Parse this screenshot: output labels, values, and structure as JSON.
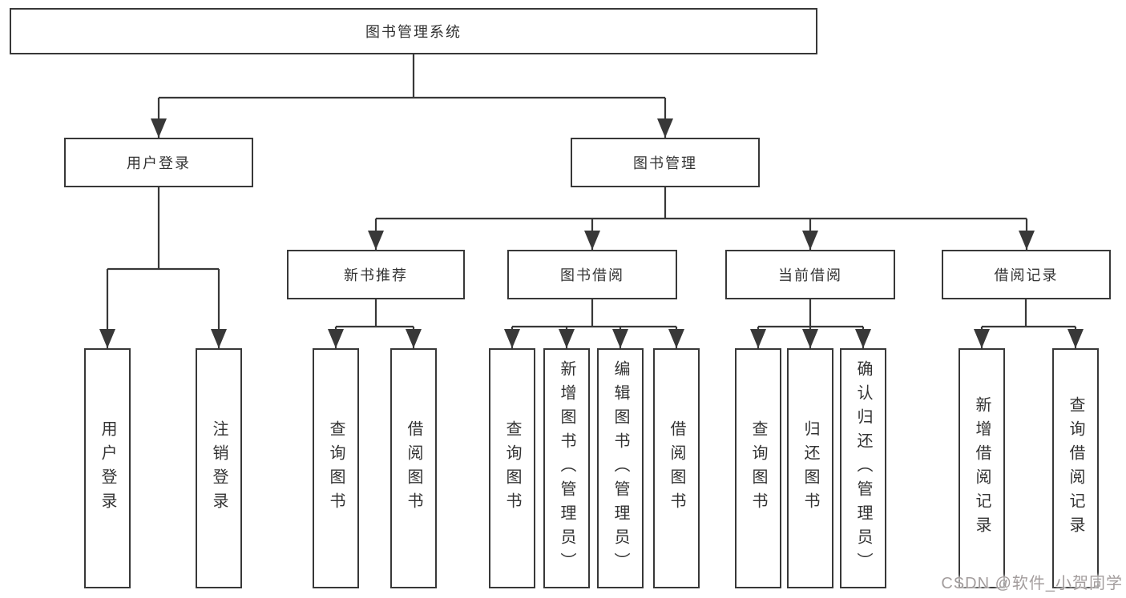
{
  "tree": {
    "label": "图书管理系统",
    "children": [
      {
        "label": "用户登录",
        "children": [
          {
            "label": "用户登录"
          },
          {
            "label": "注销登录"
          }
        ]
      },
      {
        "label": "图书管理",
        "children": [
          {
            "label": "新书推荐",
            "children": [
              {
                "label": "查询图书"
              },
              {
                "label": "借阅图书"
              }
            ]
          },
          {
            "label": "图书借阅",
            "children": [
              {
                "label": "查询图书"
              },
              {
                "label": "新增图书（管理员）"
              },
              {
                "label": "编辑图书（管理员）"
              },
              {
                "label": "借阅图书"
              }
            ]
          },
          {
            "label": "当前借阅",
            "children": [
              {
                "label": "查询图书"
              },
              {
                "label": "归还图书"
              },
              {
                "label": "确认归还（管理员）"
              }
            ]
          },
          {
            "label": "借阅记录",
            "children": [
              {
                "label": "新增借阅记录"
              },
              {
                "label": "查询借阅记录"
              }
            ]
          }
        ]
      }
    ]
  },
  "watermark": {
    "text": "CSDN @软件_小贺同学"
  },
  "colors": {
    "line": "#383838",
    "box_border": "#383838",
    "text": "#333333",
    "watermark": "#a39d9d",
    "background": "#ffffff"
  }
}
